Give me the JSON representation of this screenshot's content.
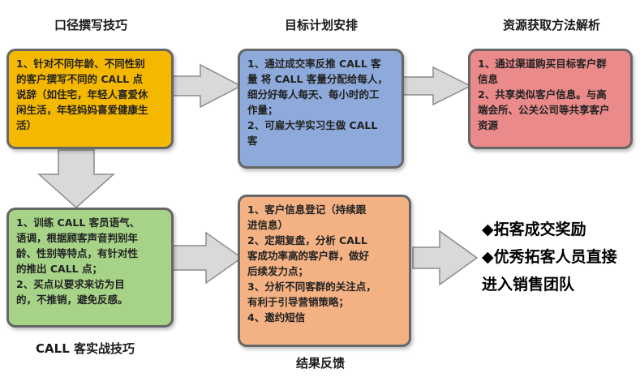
{
  "titles": {
    "kouji": "口径撰写技巧",
    "mubiao": "目标计划安排",
    "ziyuan": "资源获取方法解析",
    "call": "CALL 客实战技巧",
    "jieguo": "结果反馈"
  },
  "boxes": {
    "kouji": {
      "color": "#f5b800",
      "lines": [
        "1、针对不同年龄、不同性别",
        "的客户撰写不同的 CALL 点",
        "说辞（如住宅，年轻人喜爱休",
        "闲生活，年轻妈妈喜爱健康生",
        "活）"
      ]
    },
    "mubiao": {
      "color": "#8eaadb",
      "lines": [
        "1、通过成交率反推 CALL 客",
        "量 将 CALL 客量分配给每人，",
        "细分好每人每天、每小时的工",
        "作量；",
        "2、可雇大学实习生做 CALL",
        "客"
      ]
    },
    "ziyuan": {
      "color": "#ea8a8a",
      "lines": [
        "1、通过渠道购买目标客户群",
        "信息",
        "2、共享类似客户信息。与高",
        "端会所、公关公司等共享客户",
        "资源"
      ]
    },
    "call": {
      "color": "#a6d388",
      "lines": [
        "1、训练 CALL 客员语气、",
        "语调，根据顾客声音判别年",
        "龄、性别等特点，有针对性",
        "的推出 CALL 点；",
        "2、买点以要求来访为目",
        "的，不推销，避免反感。"
      ]
    },
    "jieguo": {
      "color": "#f4b183",
      "lines": [
        "1、客户信息登记（持续跟",
        "进信息）",
        "2、定期复盘，分析 CALL",
        "客成功率高的客户群，做好",
        "后续发力点；",
        "3、分析不同客群的关注点，",
        "有利于引导营销策略；",
        "4、邀约短信"
      ]
    }
  },
  "outcomes": [
    "◆拓客成交奖励",
    "◆优秀拓客人员直接",
    "进入销售团队"
  ],
  "colors": {
    "arrow_fill": "#d9d9d9",
    "arrow_stroke": "#8c8c8c",
    "box_border": "#666666"
  }
}
